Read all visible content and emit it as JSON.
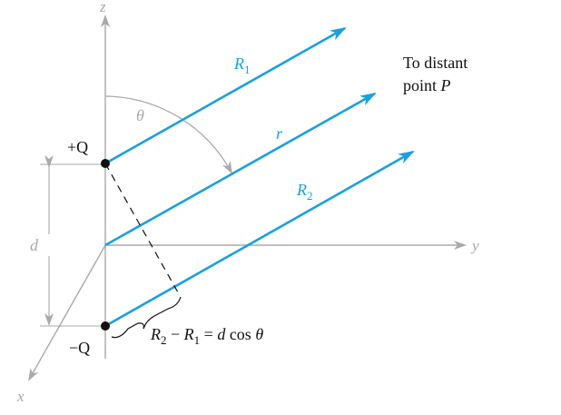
{
  "colors": {
    "ray": "#1aa0dc",
    "axis": "#a9a9a9",
    "ink": "#111111"
  },
  "labels": {
    "axis_z": "z",
    "axis_y": "y",
    "axis_x": "x",
    "theta": "θ",
    "charge_top": "+Q",
    "charge_bottom": "−Q",
    "separation": "d",
    "ray_R1_base": "R",
    "ray_R1_sub": "1",
    "ray_r": "r",
    "ray_R2_base": "R",
    "ray_R2_sub": "2",
    "target_line1": "To distant",
    "target_line2": "point ",
    "target_point": "P",
    "eq_R2": "R",
    "eq_R2_sub": "2",
    "eq_minus": " − ",
    "eq_R1": "R",
    "eq_R1_sub": "1",
    "eq_rhs_eq": " = ",
    "eq_rhs_d": "d",
    "eq_rhs_cos": " cos ",
    "eq_rhs_theta": "θ"
  }
}
